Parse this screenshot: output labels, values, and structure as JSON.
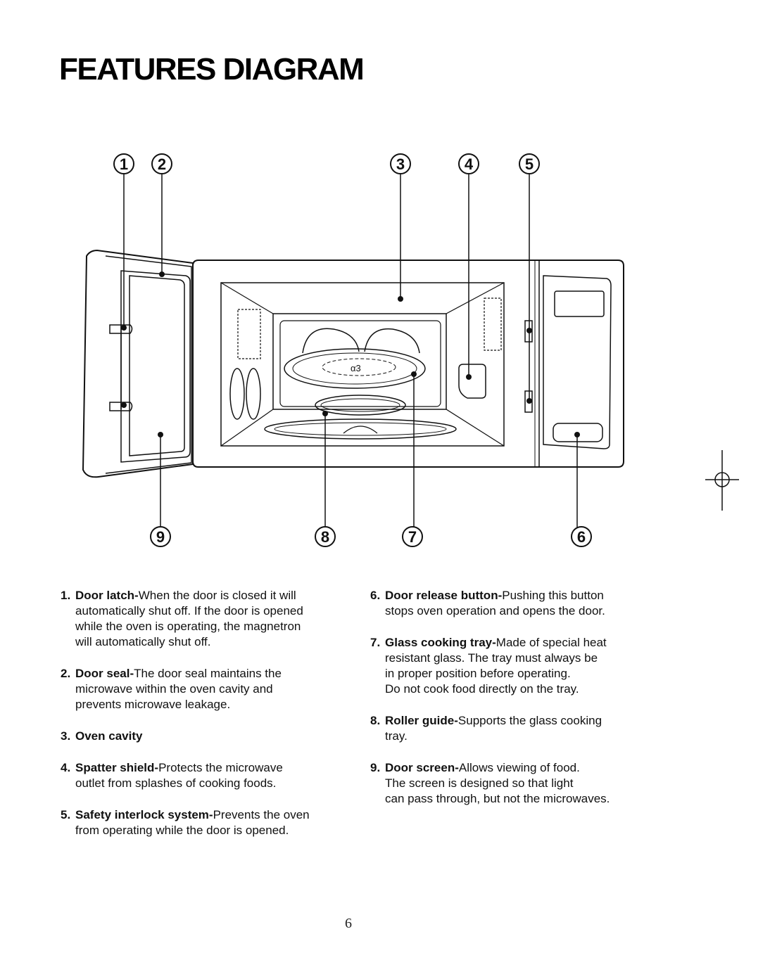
{
  "title": "FEATURES DIAGRAM",
  "callouts": [
    "1",
    "2",
    "3",
    "4",
    "5",
    "6",
    "7",
    "8",
    "9"
  ],
  "features_left": [
    {
      "number": "1.",
      "term": "Door latch-",
      "lines": [
        "When the door is closed it will",
        "automatically shut off. If the door is opened",
        "while the oven is operating, the magnetron",
        "will automatically shut off."
      ]
    },
    {
      "number": "2.",
      "term": "Door seal-",
      "lines": [
        "The door seal maintains the",
        "microwave within the oven cavity and",
        "prevents  microwave leakage."
      ]
    },
    {
      "number": "3.",
      "term": "Oven cavity",
      "lines": []
    },
    {
      "number": "4.",
      "term": "Spatter shield-",
      "lines": [
        "Protects the microwave",
        "outlet from splashes of cooking foods."
      ]
    },
    {
      "number": "5.",
      "term": "Safety interlock system-",
      "lines": [
        "Prevents the oven",
        "from operating while the door is opened."
      ]
    }
  ],
  "features_right": [
    {
      "number": "6.",
      "term": "Door release button-",
      "lines": [
        "Pushing this button",
        "stops oven operation and opens the door."
      ]
    },
    {
      "number": "7.",
      "term": "Glass cooking tray-",
      "lines": [
        "Made of special heat",
        "resistant glass. The tray must always be",
        "in proper position before operating.",
        "Do not cook food directly on the tray."
      ]
    },
    {
      "number": "8.",
      "term": "Roller guide-",
      "lines": [
        "Supports the glass cooking",
        "tray."
      ]
    },
    {
      "number": "9.",
      "term": "Door screen-",
      "lines": [
        "Allows viewing of food.",
        "The screen is designed so that light",
        "can pass through, but not the microwaves."
      ]
    }
  ],
  "page_number": "6"
}
